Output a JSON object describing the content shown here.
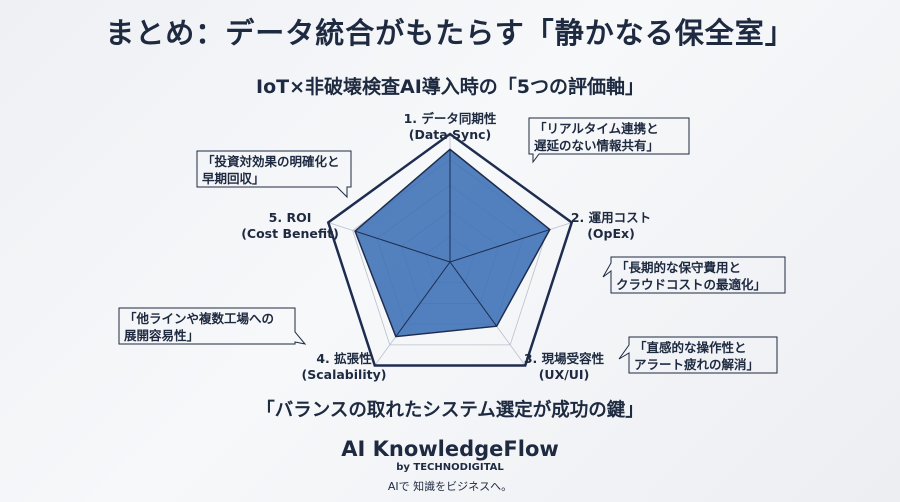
{
  "title": "まとめ：データ統合がもたらす「静かなる保全室」",
  "subtitle": "IoT×非破壊検査AI導入時の「5つの評価軸」",
  "axes": [
    {
      "label_line1": "1. データ同期性",
      "label_line2": "(Data Sync)",
      "value": 0.88,
      "note_line1": "「リアルタイム連携と",
      "note_line2": "遅延のない情報共有」"
    },
    {
      "label_line1": "2. 運用コスト",
      "label_line2": "(OpEx)",
      "value": 0.82,
      "note_line1": "「長期的な保守費用と",
      "note_line2": "クラウドコストの最適化」"
    },
    {
      "label_line1": "3. 現場受容性",
      "label_line2": "(UX/UI)",
      "value": 0.62,
      "note_line1": "「直感的な操作性と",
      "note_line2": "アラート疲れの解消」"
    },
    {
      "label_line1": "4. 拡張性",
      "label_line2": "(Scalability)",
      "value": 0.72,
      "note_line1": "「他ラインや複数工場への",
      "note_line2": "展開容易性」"
    },
    {
      "label_line1": "5. ROI",
      "label_line2": "(Cost Benefit)",
      "value": 0.78,
      "note_line1": "「投資対効果の明確化と",
      "note_line2": "早期回収」"
    }
  ],
  "conclusion": "「バランスの取れたシステム選定が成功の鍵」",
  "brand": {
    "name": "AI KnowledgeFlow",
    "by": "by TECHNODIGITAL",
    "tagline": "AIで 知識をビジネスへ。"
  },
  "colors": {
    "outline": "#1e2d4f",
    "fill": "#3b6fb5",
    "grid": "#b9c0cc"
  }
}
